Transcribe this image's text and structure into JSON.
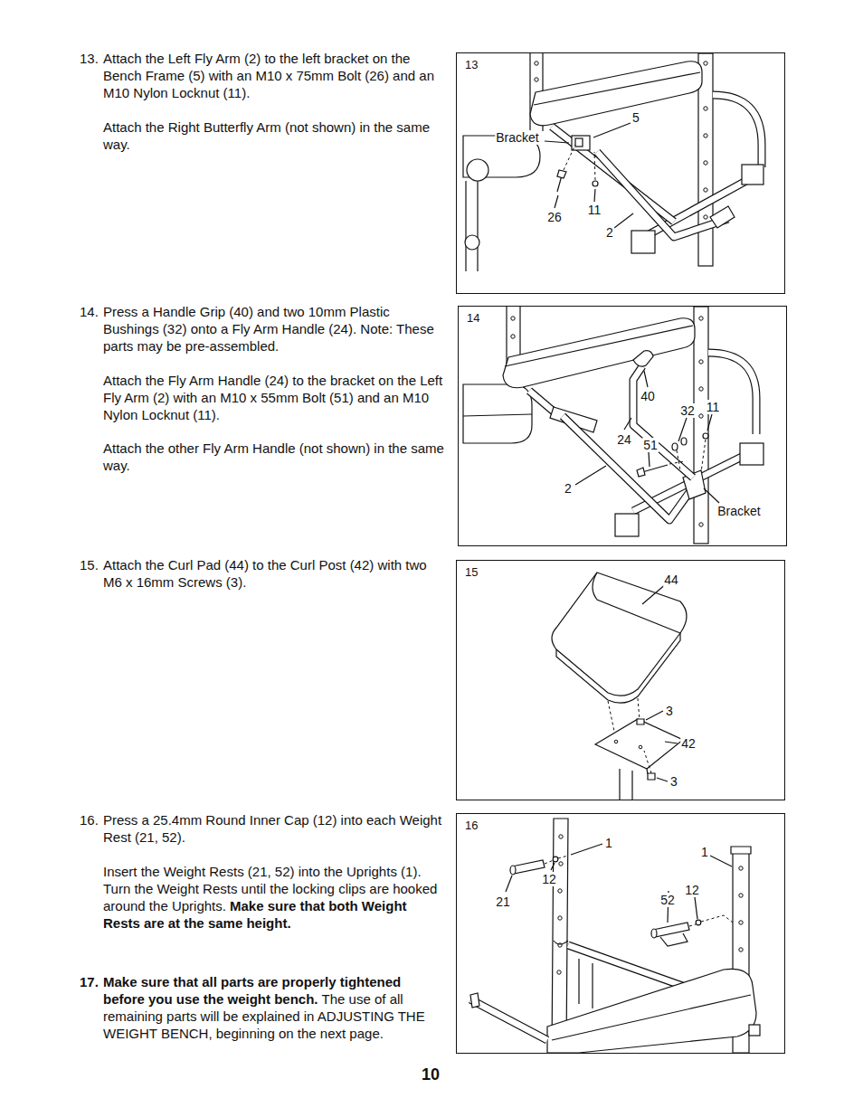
{
  "diagram": {
    "nodes": [
      {
        "text": [
          "13"
        ]
      },
      {
        "text": [
          "14"
        ]
      },
      {
        "text": [
          "15"
        ]
      },
      {
        "text": [
          "16"
        ]
      }
    ],
    "labels": [
      "13.",
      "Attach the Left Fly Arm (2) to the left bracket on the Bench Frame (5) with an M10 x 75mm Bolt (26) and an M10 Nylon Locknut (11).",
      "Attach the Right Butterfly Arm (not shown) in the same way.",
      "14.",
      "Press a Handle Grip (40) and two 10mm Plastic Bushings (32) onto a Fly Arm Handle (24). Note: These parts may be pre-assembled.",
      "Attach the Fly Arm Handle (24) to the bracket on the Left Fly Arm (2) with an M10 x 55mm Bolt (51) and an M10 Nylon Locknut (11).",
      "Attach the other Fly Arm Handle (not shown) in the same way.",
      "15.",
      "Attach the Curl Pad (44) to the Curl Post (42) with two M6 x 16mm Screws (3).",
      "16.",
      "Press a 25.4mm Round Inner Cap (12) into each Weight Rest (21, 52).",
      "Insert the Weight Rests (21, 52) into the Uprights (1). Turn the Weight Rests until the locking clips are hooked around the Uprights.",
      "Make sure that both Weight Rests are at the same height.",
      "17.",
      "Make sure that all parts are properly tightened before you use the weight bench.",
      "The use of all remaining parts will be explained in ADJUSTING THE WEIGHT BENCH, beginning on the next page.",
      "10",
      "Bracket",
      "5",
      "26",
      "11",
      "2",
      "40",
      "32",
      "11",
      "24",
      "51",
      "2",
      "Bracket",
      "44",
      "3",
      "42",
      "3",
      "1",
      "1",
      "21",
      "12",
      "52",
      "12"
    ]
  }
}
